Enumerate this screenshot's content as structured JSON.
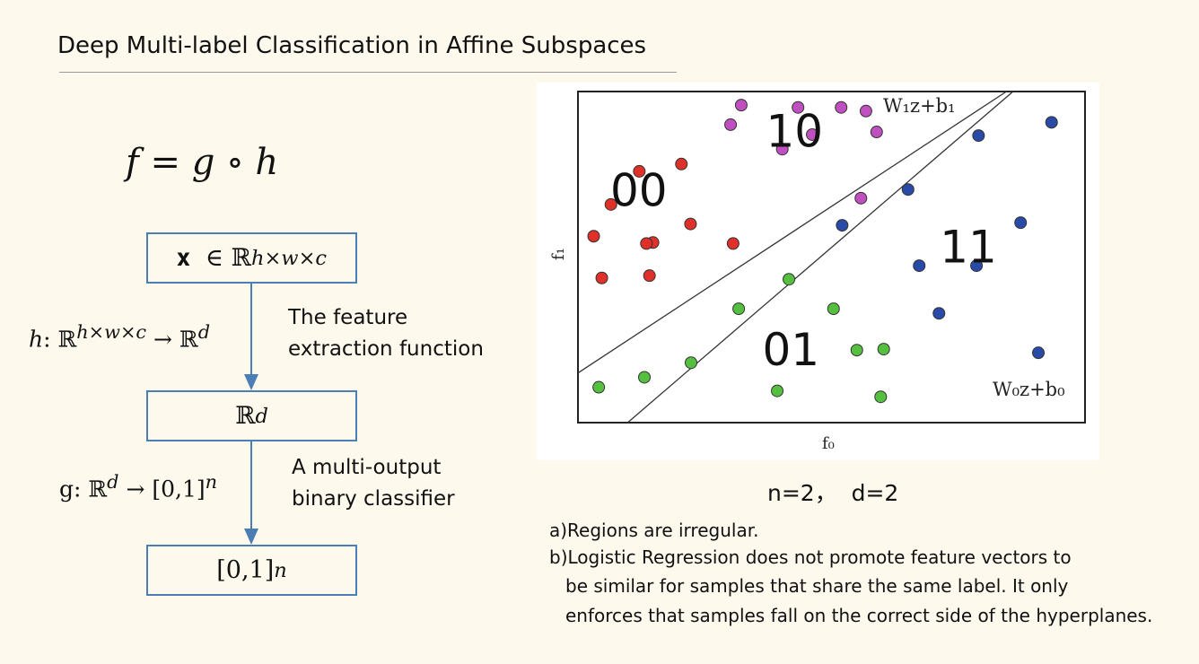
{
  "slide": {
    "title": "Deep Multi-label Classification in Affine Subspaces",
    "formula": {
      "f": "f",
      "eq": " = ",
      "g": "g",
      "op": " ∘ ",
      "h": "h"
    }
  },
  "flow": {
    "box_input": {
      "base": "𝐱  ∈ ℝ",
      "sup": "h×w×c"
    },
    "box_feature": {
      "base": "ℝ",
      "sup": "d"
    },
    "box_output": {
      "base": "[0,1]",
      "sup": "n"
    },
    "h_map": {
      "name": "h",
      "rest": ": ℝ",
      "sup1": "h×w×c",
      "arrow": " → ℝ",
      "sup2": "d"
    },
    "g_map": {
      "name": "g: ℝ",
      "sup1": "d",
      "arrow": " → [0,1]",
      "sup2": "n"
    },
    "h_desc": [
      "The feature",
      "extraction function"
    ],
    "g_desc": [
      "A multi-output",
      "binary classifier"
    ],
    "arrow_color": "#4a7eb5"
  },
  "chart_data": {
    "type": "scatter",
    "xlabel": "f₀",
    "ylabel": "f₁",
    "hyperplanes": [
      {
        "label": "W₀z+b₀",
        "from": [
          0.098,
          0.0
        ],
        "to": [
          0.858,
          1.0
        ]
      },
      {
        "label": "W₁z+b₁",
        "from": [
          0.0,
          0.15
        ],
        "to": [
          0.845,
          1.0
        ]
      }
    ],
    "regions": [
      {
        "label": "00",
        "x": 0.12,
        "y": 0.7
      },
      {
        "label": "10",
        "x": 0.427,
        "y": 0.88
      },
      {
        "label": "11",
        "x": 0.77,
        "y": 0.53
      },
      {
        "label": "01",
        "x": 0.42,
        "y": 0.22
      }
    ],
    "series": [
      {
        "label": "00",
        "color": "#e0302a",
        "x": [
          0.121,
          0.204,
          0.065,
          0.148,
          0.222,
          0.031,
          0.135,
          0.306,
          0.047,
          0.141
        ],
        "y": [
          0.759,
          0.781,
          0.659,
          0.544,
          0.6,
          0.563,
          0.541,
          0.541,
          0.437,
          0.444
        ]
      },
      {
        "label": "10",
        "color": "#c050c0",
        "x": [
          0.322,
          0.301,
          0.434,
          0.519,
          0.568,
          0.589,
          0.462,
          0.403,
          0.558
        ],
        "y": [
          0.959,
          0.9,
          0.952,
          0.952,
          0.941,
          0.878,
          0.87,
          0.826,
          0.678
        ]
      },
      {
        "label": "11",
        "color": "#2a4aa8",
        "x": [
          0.934,
          0.79,
          0.651,
          0.521,
          0.873,
          0.673,
          0.786,
          0.712,
          0.908
        ],
        "y": [
          0.907,
          0.867,
          0.704,
          0.596,
          0.604,
          0.474,
          0.474,
          0.33,
          0.211
        ]
      },
      {
        "label": "01",
        "color": "#55c040",
        "x": [
          0.416,
          0.317,
          0.504,
          0.041,
          0.131,
          0.223,
          0.55,
          0.603,
          0.393,
          0.597
        ],
        "y": [
          0.433,
          0.344,
          0.344,
          0.107,
          0.137,
          0.181,
          0.219,
          0.222,
          0.096,
          0.078
        ]
      }
    ]
  },
  "params": "n=2，  d=2",
  "notes": {
    "a": "a)Regions are irregular.",
    "b1": "b)Logistic Regression does not promote feature vectors to",
    "b2": "be similar for samples that share the same label. It only",
    "b3": "enforces that samples fall on the correct side of the hyperplanes."
  }
}
